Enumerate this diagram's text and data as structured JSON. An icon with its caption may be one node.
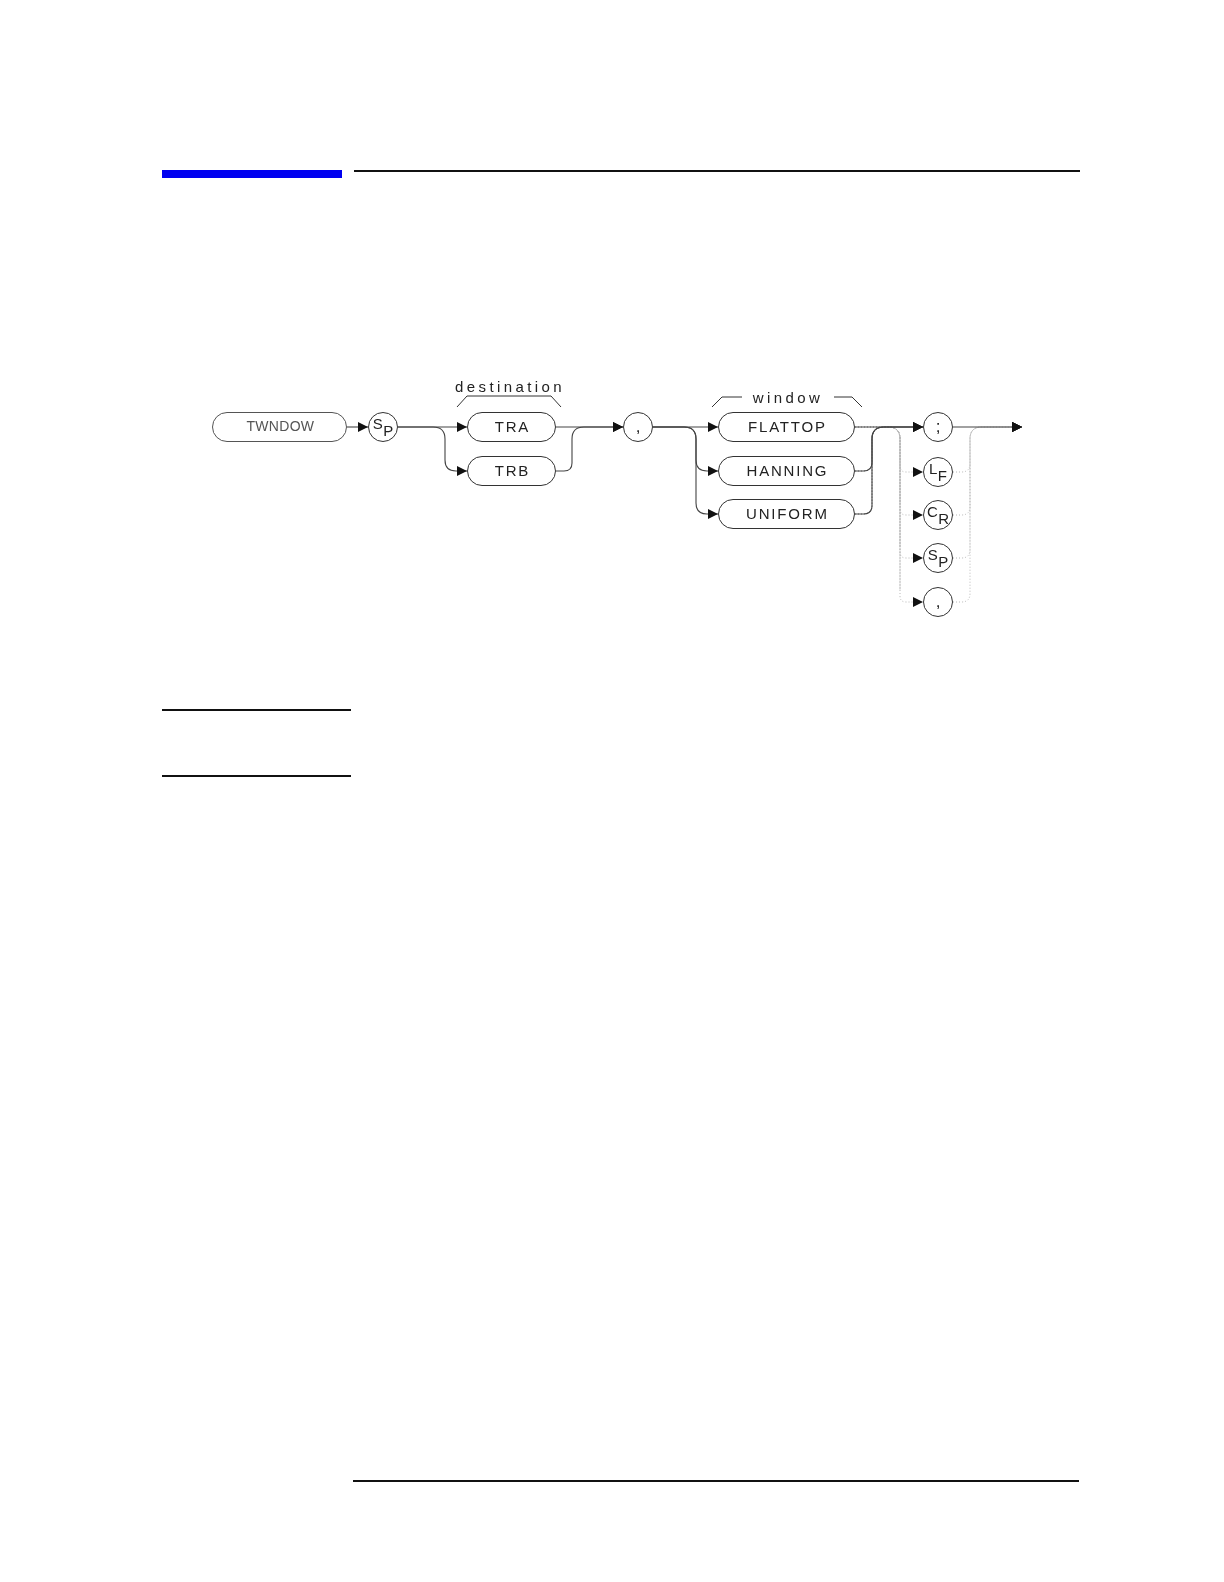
{
  "diagram": {
    "nodes": [
      {
        "text": [
          "TWNDOW"
        ]
      },
      {
        "text": [
          "S$_{P}$"
        ]
      },
      {
        "text": [
          "TRA"
        ]
      },
      {
        "text": [
          "TRB"
        ]
      },
      {
        "text": [
          ","
        ]
      },
      {
        "text": [
          "FLATTOP"
        ]
      },
      {
        "text": [
          "HANNING"
        ]
      },
      {
        "text": [
          "UNIFORM"
        ]
      },
      {
        "text": [
          ";"
        ]
      },
      {
        "text": [
          "L$_{F}$"
        ]
      },
      {
        "text": [
          "C$_{R}$"
        ]
      },
      {
        "text": [
          "S$_{P}$"
        ]
      },
      {
        "text": [
          ","
        ]
      }
    ],
    "edges": [
      {
        "from": 0,
        "to": 1,
        "arrow": "to",
        "color": "#444444"
      },
      {
        "from": 1,
        "to": 2,
        "arrow": "to",
        "color": "#444444"
      },
      {
        "from": 1,
        "to": 3,
        "arrow": "to",
        "color": "#444444"
      },
      {
        "from": 2,
        "to": 4,
        "arrow": "to",
        "color": "#444444"
      },
      {
        "from": 3,
        "to": 4,
        "arrow": "to",
        "color": "#444444"
      },
      {
        "from": 4,
        "to": 5,
        "arrow": "to",
        "color": "#444444"
      },
      {
        "from": 4,
        "to": 6,
        "arrow": "to",
        "color": "#444444"
      },
      {
        "from": 4,
        "to": 7,
        "arrow": "to",
        "color": "#444444"
      },
      {
        "from": 5,
        "to": 8,
        "arrow": "to",
        "color": "#444444"
      },
      {
        "from": 6,
        "to": 8,
        "arrow": "to",
        "color": "#444444"
      },
      {
        "from": 7,
        "to": 8,
        "arrow": "to",
        "color": "#444444"
      },
      {
        "from": 5,
        "to": 9,
        "arrow": "to",
        "style": "dashed",
        "color": "#b8b8b8"
      },
      {
        "from": 5,
        "to": 10,
        "arrow": "to",
        "style": "dashed",
        "color": "#b8b8b8"
      },
      {
        "from": 5,
        "to": 11,
        "arrow": "to",
        "style": "dashed",
        "color": "#b8b8b8"
      },
      {
        "from": 5,
        "to": 12,
        "arrow": "to",
        "style": "dashed",
        "color": "#b8b8b8"
      },
      {
        "from": 6,
        "to": 9,
        "arrow": "to",
        "style": "dashed",
        "color": "#b8b8b8"
      },
      {
        "from": 6,
        "to": 10,
        "arrow": "to",
        "style": "dashed",
        "color": "#b8b8b8"
      },
      {
        "from": 6,
        "to": 11,
        "arrow": "to",
        "style": "dashed",
        "color": "#b8b8b8"
      },
      {
        "from": 6,
        "to": 12,
        "arrow": "to",
        "style": "dashed",
        "color": "#b8b8b8"
      },
      {
        "from": 7,
        "to": 9,
        "arrow": "to",
        "style": "dashed",
        "color": "#b8b8b8"
      },
      {
        "from": 7,
        "to": 10,
        "arrow": "to",
        "style": "dashed",
        "color": "#b8b8b8"
      },
      {
        "from": 7,
        "to": 11,
        "arrow": "to",
        "style": "dashed",
        "color": "#b8b8b8"
      },
      {
        "from": 7,
        "to": 12,
        "arrow": "to",
        "style": "dashed",
        "color": "#b8b8b8"
      },
      {
        "from": 8,
        "to": null,
        "arrow": "to",
        "color": "#444444"
      },
      {
        "from": 9,
        "to": null,
        "arrow": "to",
        "style": "dashed",
        "color": "#b8b8b8"
      },
      {
        "from": 10,
        "to": null,
        "arrow": "to",
        "style": "dashed",
        "color": "#b8b8b8"
      },
      {
        "from": 11,
        "to": null,
        "arrow": "to",
        "style": "dashed",
        "color": "#b8b8b8"
      },
      {
        "from": 12,
        "to": null,
        "arrow": "to",
        "style": "dashed",
        "color": "#b8b8b8"
      }
    ],
    "labels": [
      "destination",
      "window"
    ]
  }
}
